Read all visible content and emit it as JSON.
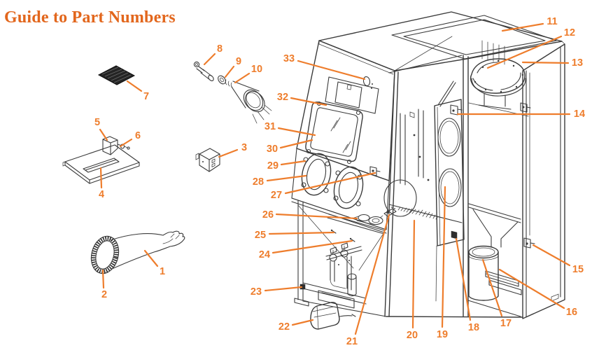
{
  "title": "Guide to Part Numbers",
  "colors": {
    "accent": "#ee7d2c",
    "title_text": "#e2661c",
    "line_art": "#3b3b3b",
    "background": "#ffffff",
    "pad_fill": "#242424"
  },
  "diagram": {
    "kind": "exploded-parts-diagram",
    "subject": "blast-cabinet parts guide with numbered callouts 1-33",
    "callouts": [
      {
        "n": "1",
        "target": "glove",
        "label": [
          232,
          388
        ],
        "leader": [
          225,
          380,
          207,
          358
        ]
      },
      {
        "n": "2",
        "target": "glove-cuff-ring",
        "label": [
          149,
          421
        ],
        "leader": [
          148,
          411,
          147,
          386
        ]
      },
      {
        "n": "3",
        "target": "control-box",
        "label": [
          349,
          211
        ],
        "leader": [
          339,
          214,
          313,
          224
        ]
      },
      {
        "n": "4",
        "target": "mounting-plate",
        "label": [
          145,
          278
        ],
        "leader": [
          145,
          268,
          144,
          240
        ]
      },
      {
        "n": "5",
        "target": "junction-box",
        "label": [
          139,
          175
        ],
        "leader": [
          143,
          185,
          153,
          200
        ]
      },
      {
        "n": "6",
        "target": "plate-fitting",
        "label": [
          197,
          194
        ],
        "leader": [
          188,
          199,
          172,
          209
        ]
      },
      {
        "n": "7",
        "target": "sealing-pad",
        "label": [
          209,
          138
        ],
        "leader": [
          202,
          130,
          182,
          116
        ]
      },
      {
        "n": "8",
        "target": "nozzle-fitting",
        "label": [
          314,
          70
        ],
        "leader": [
          307,
          77,
          292,
          92
        ]
      },
      {
        "n": "9",
        "target": "nozzle-washer",
        "label": [
          341,
          88
        ],
        "leader": [
          334,
          95,
          322,
          110
        ]
      },
      {
        "n": "10",
        "target": "spray-nozzle",
        "label": [
          367,
          99
        ],
        "leader": [
          356,
          105,
          336,
          118
        ]
      },
      {
        "n": "11",
        "target": "top-frame",
        "label": [
          789,
          31
        ],
        "leader": [
          776,
          34,
          718,
          44
        ]
      },
      {
        "n": "12",
        "target": "blower",
        "label": [
          814,
          47
        ],
        "leader": [
          802,
          52,
          697,
          97
        ]
      },
      {
        "n": "13",
        "target": "right-door",
        "label": [
          825,
          90
        ],
        "leader": [
          812,
          90,
          747,
          89
        ]
      },
      {
        "n": "14",
        "target": "inner-panel-latch",
        "label": [
          828,
          163
        ],
        "leader": [
          814,
          163,
          654,
          163
        ]
      },
      {
        "n": "15",
        "target": "door-latch",
        "label": [
          826,
          385
        ],
        "leader": [
          814,
          379,
          762,
          350
        ]
      },
      {
        "n": "16",
        "target": "base-rails",
        "label": [
          817,
          446
        ],
        "leader": [
          806,
          440,
          714,
          385
        ]
      },
      {
        "n": "17",
        "target": "collection-drum",
        "label": [
          723,
          462
        ],
        "leader": [
          717,
          451,
          690,
          371
        ]
      },
      {
        "n": "18",
        "target": "filter-panel-clip",
        "label": [
          677,
          468
        ],
        "leader": [
          672,
          457,
          652,
          341
        ]
      },
      {
        "n": "19",
        "target": "filter-opening",
        "label": [
          632,
          478
        ],
        "leader": [
          632,
          467,
          636,
          267
        ]
      },
      {
        "n": "20",
        "target": "floor-grate",
        "label": [
          589,
          479
        ],
        "leader": [
          590,
          468,
          592,
          315
        ]
      },
      {
        "n": "21",
        "target": "nozzle-holder",
        "label": [
          503,
          488
        ],
        "leader": [
          508,
          477,
          556,
          307
        ]
      },
      {
        "n": "22",
        "target": "foot-pedal",
        "label": [
          406,
          467
        ],
        "leader": [
          418,
          464,
          447,
          457
        ]
      },
      {
        "n": "23",
        "target": "frame-bolt",
        "label": [
          366,
          417
        ],
        "leader": [
          379,
          415,
          431,
          410
        ]
      },
      {
        "n": "24",
        "target": "panel-screw-lower",
        "label": [
          378,
          364
        ],
        "leader": [
          390,
          361,
          503,
          344
        ]
      },
      {
        "n": "25",
        "target": "panel-screw-upper",
        "label": [
          372,
          336
        ],
        "leader": [
          385,
          334,
          477,
          332
        ]
      },
      {
        "n": "26",
        "target": "work-fixture",
        "label": [
          383,
          307
        ],
        "leader": [
          395,
          306,
          510,
          312
        ]
      },
      {
        "n": "27",
        "target": "panel-latch",
        "label": [
          395,
          279
        ],
        "leader": [
          408,
          276,
          536,
          247
        ]
      },
      {
        "n": "28",
        "target": "glove-port-ring",
        "label": [
          369,
          260
        ],
        "leader": [
          382,
          258,
          437,
          251
        ]
      },
      {
        "n": "29",
        "target": "glove-port-bolt",
        "label": [
          390,
          237
        ],
        "leader": [
          402,
          235,
          436,
          230
        ]
      },
      {
        "n": "30",
        "target": "window-frame",
        "label": [
          389,
          213
        ],
        "leader": [
          401,
          211,
          446,
          200
        ]
      },
      {
        "n": "31",
        "target": "window-glass",
        "label": [
          386,
          181
        ],
        "leader": [
          398,
          183,
          450,
          193
        ]
      },
      {
        "n": "32",
        "target": "window-frame-top",
        "label": [
          404,
          139
        ],
        "leader": [
          416,
          140,
          466,
          150
        ]
      },
      {
        "n": "33",
        "target": "indicator-light",
        "label": [
          413,
          84
        ],
        "leader": [
          426,
          87,
          521,
          113
        ]
      }
    ]
  }
}
